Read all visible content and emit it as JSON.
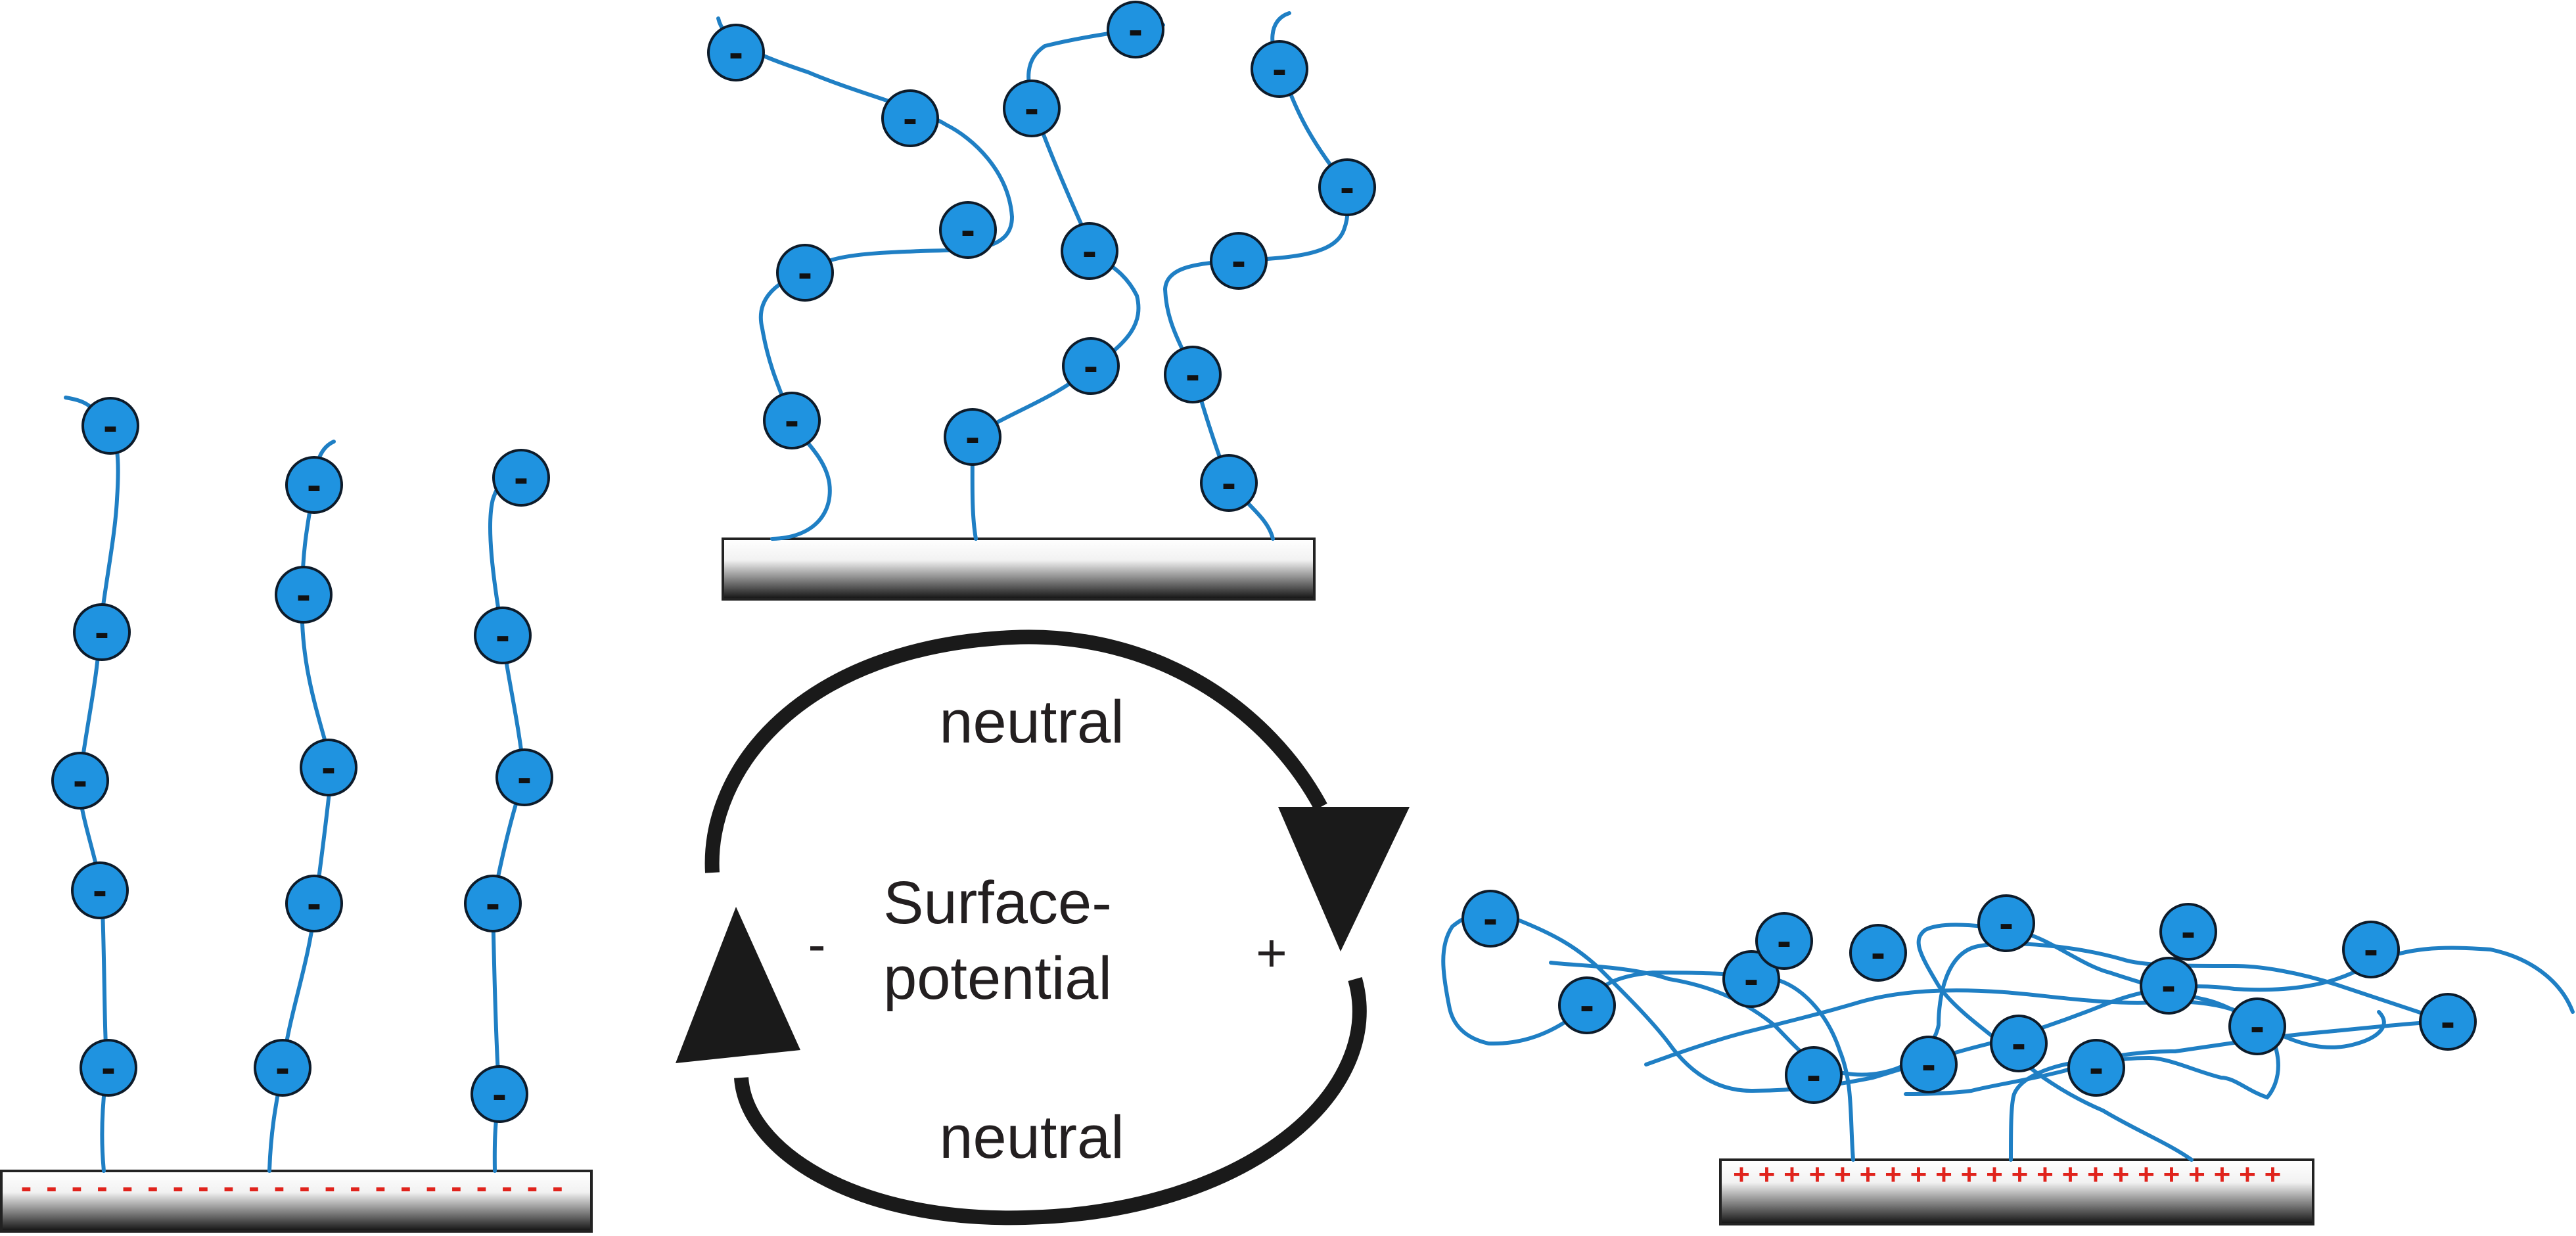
{
  "colors": {
    "chain": "#1f7fc4",
    "bead": "#1f93e0",
    "bead_outline": "#0d1b2a",
    "charge_sign": "#111111",
    "cycle_arrow": "#1a1a1a",
    "surface_charge": "#e0231c"
  },
  "cycle": {
    "top_label": "neutral",
    "bottom_label": "neutral",
    "center_label_line1": "Surface-",
    "center_label_line2": "potential",
    "left_sign": "-",
    "right_sign": "+"
  },
  "states": [
    {
      "id": "negative-surface",
      "surface_charge": "-",
      "conformation": "stretched"
    },
    {
      "id": "neutral-surface",
      "surface_charge": "",
      "conformation": "coiled"
    },
    {
      "id": "positive-surface",
      "surface_charge": "+",
      "conformation": "collapsed"
    }
  ],
  "bead_sign": "-",
  "icons": {
    "cycle_arrow_top": "clockwise-arrow-icon",
    "cycle_arrow_bottom": "clockwise-arrow-icon"
  }
}
